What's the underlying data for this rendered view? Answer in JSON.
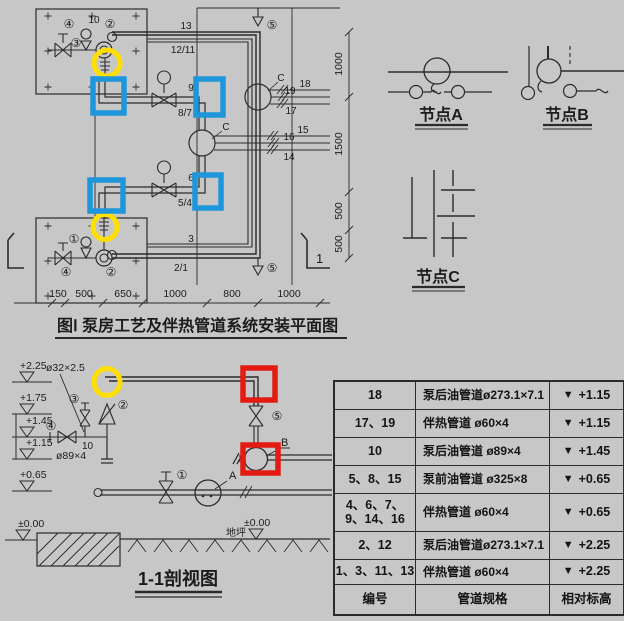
{
  "colors": {
    "paper": "#c7c7c7",
    "ink": "#2b2b2b",
    "highlight_yellow": "#ffdf00",
    "highlight_blue": "#1e96dc",
    "highlight_red": "#e31b12"
  },
  "plan": {
    "caption": "图Ⅰ  泵房工艺及伴热管道系统安装平面图",
    "section_mark_label": "1",
    "dims_bottom": [
      "150",
      "500",
      "650",
      "1000",
      "800",
      "1000"
    ],
    "dims_right": [
      "1000",
      "1500",
      "500",
      "500"
    ],
    "labels": {
      "top_block": {
        "valve4": "④",
        "valve3": "③",
        "pipe10": "10",
        "pump2": "②"
      },
      "bottom_block": {
        "valve1": "①",
        "valve4": "④",
        "pump2": "②"
      },
      "top_run_upper": "13",
      "top_run_lower": "12/11",
      "mid_run1_upper": "9",
      "mid_run1_lower": "8/7",
      "mid_run2_upper": "6",
      "mid_run2_lower": "5/4",
      "bottom_run_upper": "3",
      "bottom_run_lower": "2/1",
      "branch_18": "18",
      "branch_19": "19",
      "branch_17": "17",
      "branch_15": "15",
      "branch_16": "16",
      "branch_14": "14",
      "node_c_upper": "C",
      "node_c_lower": "C",
      "corner_valve_top": "⑤",
      "corner_valve_bottom": "⑤"
    }
  },
  "nodes": {
    "a_label": "节点A",
    "b_label": "节点B",
    "c_label": "节点C"
  },
  "section": {
    "caption": "1-1剖视图",
    "elevations": [
      "+2.25",
      "+1.75",
      "+1.45",
      "+1.15",
      "+0.65",
      "±0.00"
    ],
    "ground_elevation": "±0.00",
    "ground_label": "地坪",
    "tracing_pipe_spec": "ø32×2.5",
    "discharge_pipe_spec": "ø89×4",
    "pipe10": "10",
    "labels": {
      "valve1": "①",
      "check2": "②",
      "vent3": "③",
      "valve4": "④",
      "valve5": "⑤",
      "node_a": "A",
      "node_b": "B"
    }
  },
  "table": {
    "elev_symbol": "▼",
    "headers": {
      "id": "编号",
      "spec": "管道规格",
      "elev": "相对标高"
    },
    "rows": [
      {
        "id": "18",
        "spec": "泵后油管道ø273.1×7.1",
        "elev": "+1.15"
      },
      {
        "id": "17、19",
        "spec": "伴热管道 ø60×4",
        "elev": "+1.15"
      },
      {
        "id": "10",
        "spec": "泵后油管道 ø89×4",
        "elev": "+1.45"
      },
      {
        "id": "5、8、15",
        "spec": "泵前油管道 ø325×8",
        "elev": "+0.65"
      },
      {
        "id": "4、6、7、9、14、16",
        "spec": "伴热管道 ø60×4",
        "elev": "+0.65"
      },
      {
        "id": "2、12",
        "spec": "泵后油管道ø273.1×7.1",
        "elev": "+2.25"
      },
      {
        "id": "1、3、11、13",
        "spec": "伴热管道 ø60×4",
        "elev": "+2.25"
      }
    ]
  }
}
